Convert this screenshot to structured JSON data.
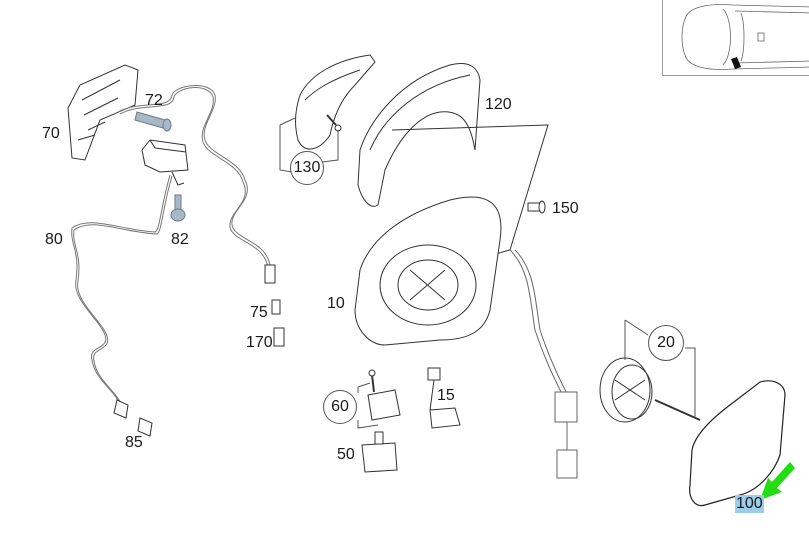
{
  "diagram": {
    "title": "Exterior mirror exploded view",
    "highlight_color": "#9ccde8",
    "pointer_arrow_color": "#22dd11",
    "selected_part": "100",
    "callouts": [
      {
        "id": "70",
        "label": "70"
      },
      {
        "id": "72",
        "label": "72"
      },
      {
        "id": "80",
        "label": "80"
      },
      {
        "id": "82",
        "label": "82"
      },
      {
        "id": "85",
        "label": "85"
      },
      {
        "id": "75",
        "label": "75"
      },
      {
        "id": "170",
        "label": "170"
      },
      {
        "id": "120",
        "label": "120"
      },
      {
        "id": "130",
        "label": "130"
      },
      {
        "id": "150",
        "label": "150"
      },
      {
        "id": "10",
        "label": "10"
      },
      {
        "id": "15",
        "label": "15"
      },
      {
        "id": "60",
        "label": "60"
      },
      {
        "id": "50",
        "label": "50"
      },
      {
        "id": "20",
        "label": "20"
      },
      {
        "id": "100",
        "label": "100"
      }
    ]
  },
  "overview": {
    "label": "Vehicle location overview",
    "icon": "car-top-view-icon"
  }
}
